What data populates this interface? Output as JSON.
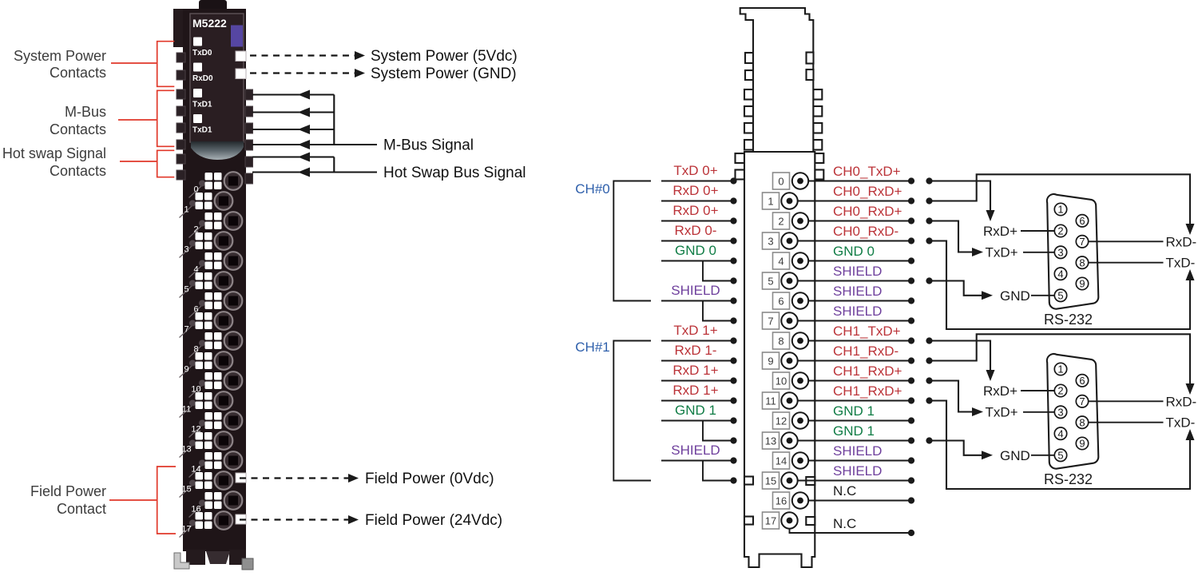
{
  "colors": {
    "red": "#bb3338",
    "green": "#0f7c45",
    "purple": "#6e3f9c",
    "black": "#1a1a1a",
    "blue": "#2e5fab",
    "bracket": "#e1382a",
    "label_gray": "#3c3c3c"
  },
  "left_module": {
    "model": "M5222",
    "leds": [
      "TxD0",
      "RxD0",
      "TxD1",
      "TxD1"
    ],
    "terminals": [
      "0",
      "1",
      "2",
      "3",
      "4",
      "5",
      "6",
      "7",
      "8",
      "9",
      "10",
      "11",
      "12",
      "13",
      "14",
      "15",
      "16",
      "17"
    ],
    "bracket_labels": [
      {
        "line1": "System Power",
        "line2": "Contacts"
      },
      {
        "line1": "M-Bus",
        "line2": "Contacts"
      },
      {
        "line1": "Hot swap Signal",
        "line2": "Contacts"
      },
      {
        "line1": "Field Power",
        "line2": "Contact"
      }
    ],
    "callouts": {
      "sys5v": "System Power (5Vdc)",
      "sysgnd": "System Power (GND)",
      "mbus": "M-Bus Signal",
      "hotswap": "Hot Swap Bus Signal",
      "fp0": "Field Power (0Vdc)",
      "fp24": "Field Power (24Vdc)"
    }
  },
  "wiring": {
    "channels": [
      {
        "label": "CH#0"
      },
      {
        "label": "CH#1"
      }
    ],
    "left_signals": [
      {
        "row": 0,
        "text": "TxD 0+",
        "color": "red"
      },
      {
        "row": 1,
        "text": "RxD 0+",
        "color": "red"
      },
      {
        "row": 2,
        "text": "RxD 0+",
        "color": "red"
      },
      {
        "row": 3,
        "text": "RxD 0-",
        "color": "red"
      },
      {
        "row": 4,
        "text": "GND 0",
        "color": "green",
        "branch": 5
      },
      {
        "row": 6,
        "text": "SHIELD",
        "color": "purple",
        "branch": 7
      },
      {
        "row": 8,
        "text": "TxD 1+",
        "color": "red"
      },
      {
        "row": 9,
        "text": "RxD 1-",
        "color": "red"
      },
      {
        "row": 10,
        "text": "RxD 1+",
        "color": "red"
      },
      {
        "row": 11,
        "text": "RxD 1+",
        "color": "red"
      },
      {
        "row": 12,
        "text": "GND 1",
        "color": "green",
        "branch": 13
      },
      {
        "row": 14,
        "text": "SHIELD",
        "color": "purple",
        "branch": 15
      }
    ],
    "terminals": [
      "0",
      "1",
      "2",
      "3",
      "4",
      "5",
      "6",
      "7",
      "8",
      "9",
      "10",
      "11",
      "12",
      "13",
      "14",
      "15",
      "16",
      "17"
    ],
    "right_signals": [
      {
        "text": "CH0_TxD+",
        "color": "red",
        "double": true
      },
      {
        "text": "CH0_RxD+",
        "color": "red",
        "double": true
      },
      {
        "text": "CH0_RxD+",
        "color": "red",
        "double": true
      },
      {
        "text": "CH0_RxD-",
        "color": "red",
        "double": true
      },
      {
        "text": "GND 0",
        "color": "green",
        "double": false
      },
      {
        "text": "SHIELD",
        "color": "purple",
        "double": true
      },
      {
        "text": "SHIELD",
        "color": "purple",
        "double": false
      },
      {
        "text": "SHIELD",
        "color": "purple",
        "double": false
      },
      {
        "text": "CH1_TxD+",
        "color": "red",
        "double": true
      },
      {
        "text": "CH1_RxD-",
        "color": "red",
        "double": true
      },
      {
        "text": "CH1_RxD+",
        "color": "red",
        "double": true
      },
      {
        "text": "CH1_RxD+",
        "color": "red",
        "double": true
      },
      {
        "text": "GND 1",
        "color": "green",
        "double": false
      },
      {
        "text": "GND 1",
        "color": "green",
        "double": true
      },
      {
        "text": "SHIELD",
        "color": "purple",
        "double": false
      },
      {
        "text": "SHIELD",
        "color": "purple",
        "double": false
      },
      {
        "text": "N.C",
        "color": "black",
        "double": false
      },
      {
        "text": "N.C",
        "color": "black",
        "double": false
      }
    ],
    "db9_blocks": [
      {
        "title": "RS-232",
        "pins": [
          "1",
          "2",
          "3",
          "4",
          "5",
          "6",
          "7",
          "8",
          "9"
        ],
        "rxd_plus": "RxD+",
        "txd_plus": "TxD+",
        "gnd": "GND",
        "rxd_minus": "RxD-",
        "txd_minus": "TxD-"
      },
      {
        "title": "RS-232",
        "pins": [
          "1",
          "2",
          "3",
          "4",
          "5",
          "6",
          "7",
          "8",
          "9"
        ],
        "rxd_plus": "RxD+",
        "txd_plus": "TxD+",
        "gnd": "GND",
        "rxd_minus": "RxD-",
        "txd_minus": "TxD-"
      }
    ]
  }
}
